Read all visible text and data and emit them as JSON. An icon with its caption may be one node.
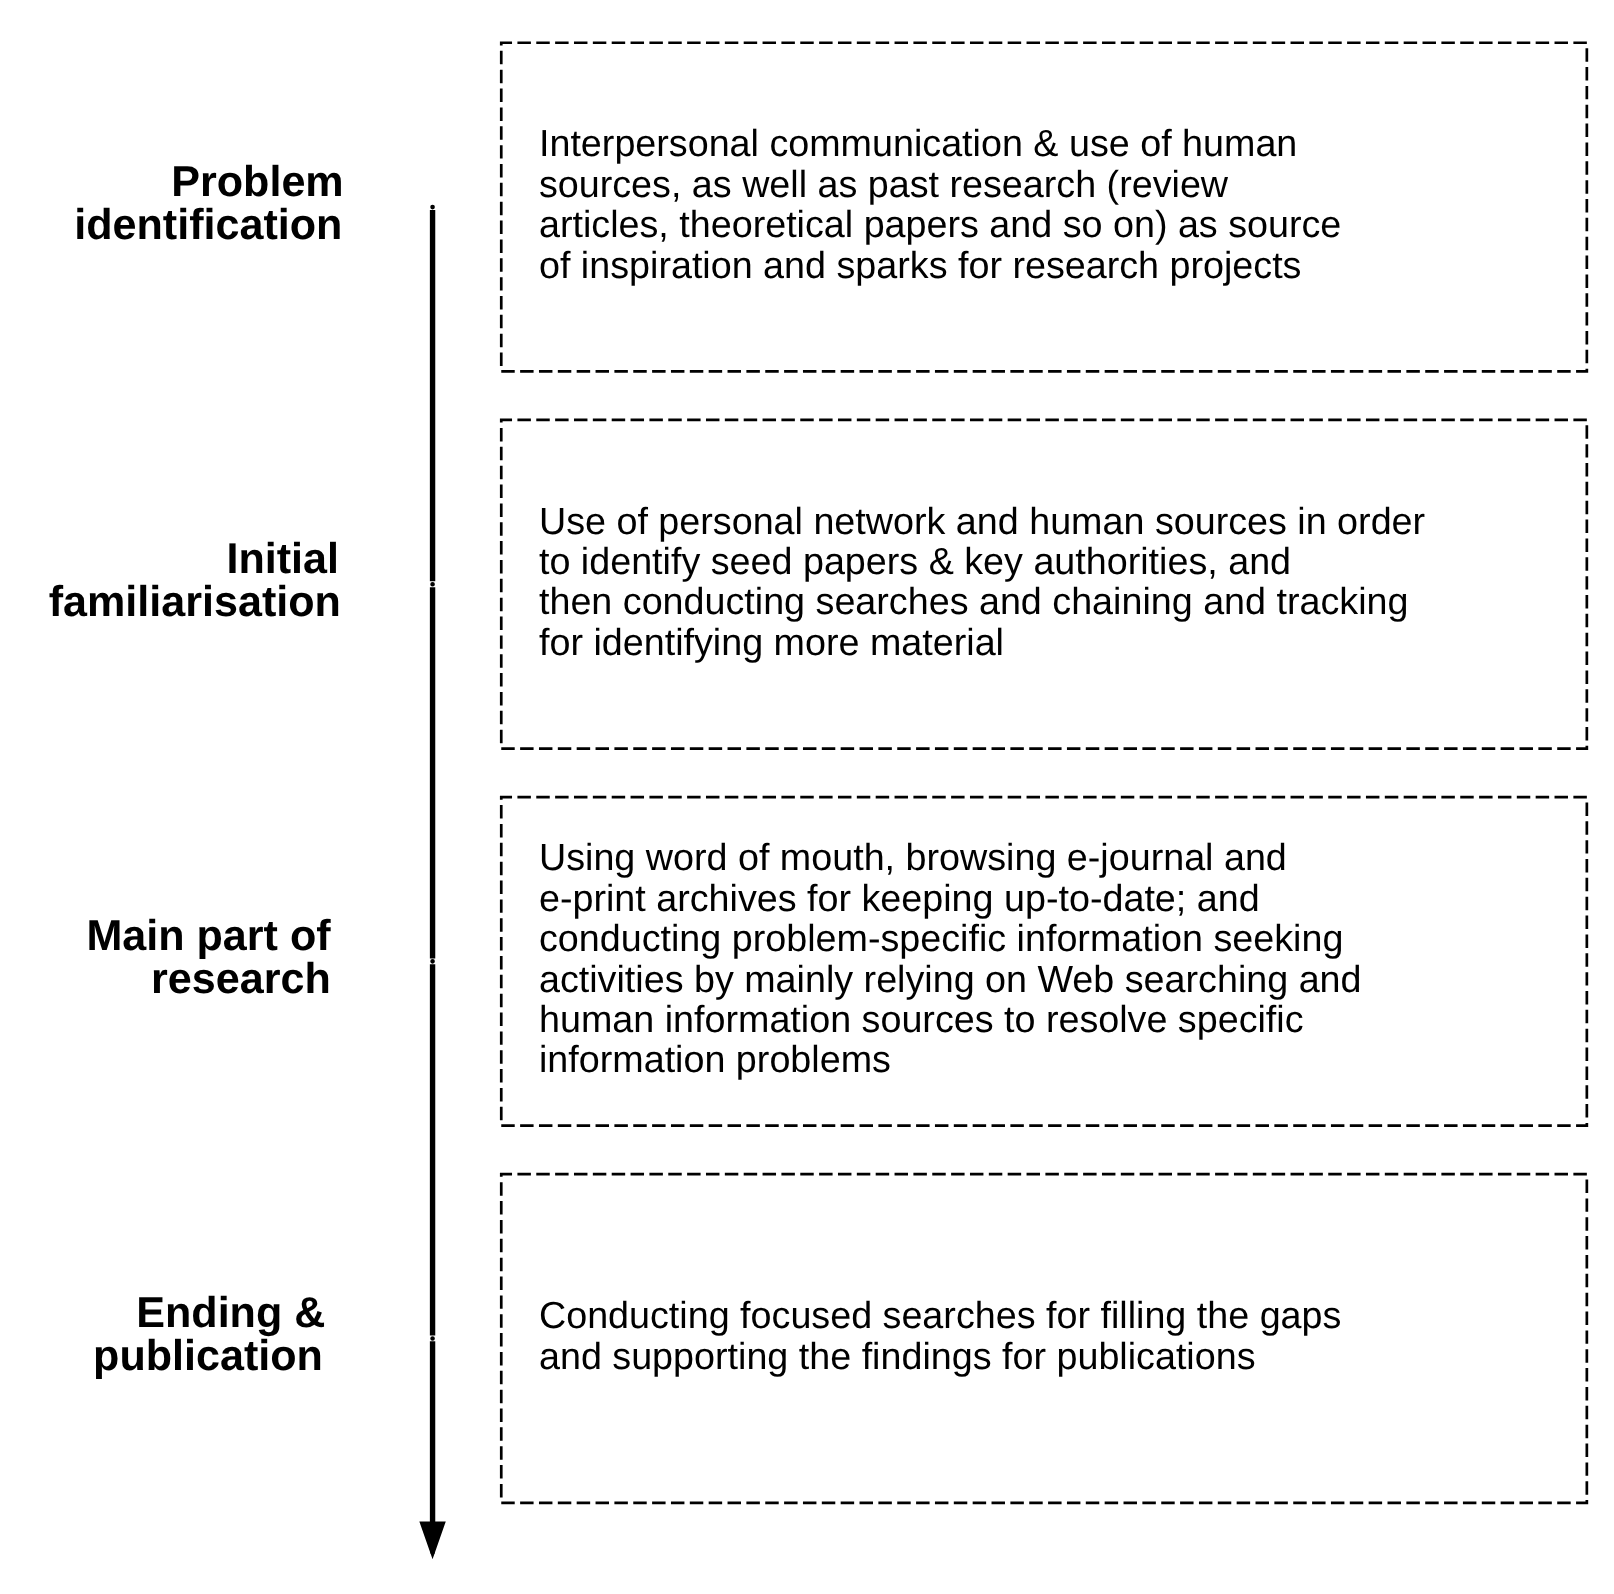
{
  "diagram": {
    "nodes": [
      {
        "text": [
          "Interpersonal communication & use of human sources, as well as past research (review articles, theoretical papers and so on) as source of inspiration and sparks for research projects"
        ],
        "beside": [
          "Problem identification"
        ]
      },
      {
        "text": [
          "Use of personal network and human sources in order to identify seed papers & key authorities, and then conducting searches and chaining and tracking for identifying more material"
        ],
        "beside": [
          "Initial familiarisation"
        ]
      },
      {
        "text": [
          "Using word of mouth, browsing e-journal and e-print archives for keeping up-to-date; and conducting problem-specific information seeking activities by mainly relying on Web searching and human information sources to resolve specific information problems"
        ],
        "beside": [
          "Main part of research"
        ]
      },
      {
        "text": [
          "Conducting focused searches for filling the gaps and supporting the findings for publications"
        ],
        "beside": [
          "Ending & publication"
        ]
      }
    ],
    "edges": []
  }
}
